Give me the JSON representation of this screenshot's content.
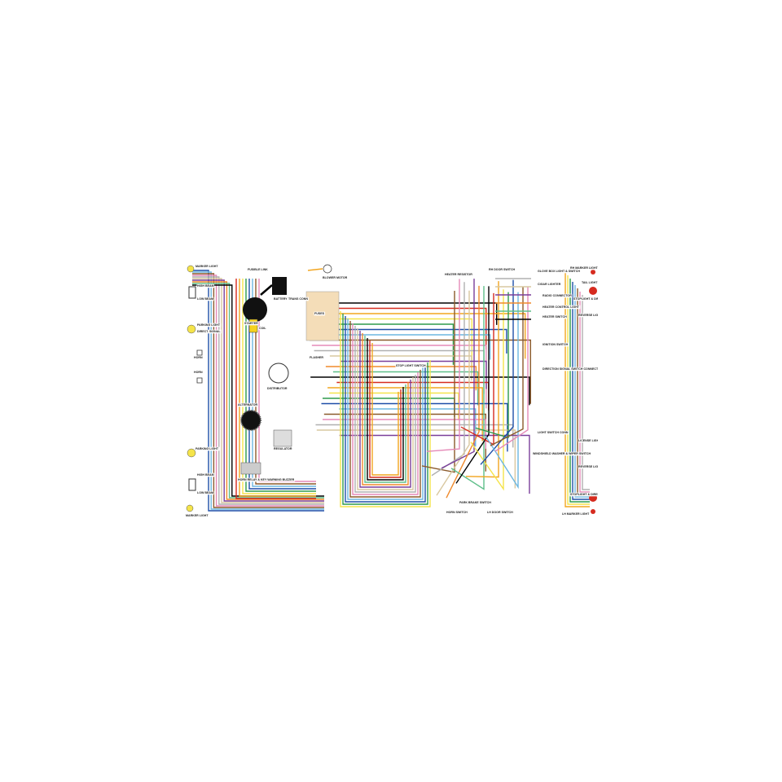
{
  "diagram": {
    "type": "automotive wiring diagram",
    "wire_colors": [
      "#000000",
      "#d62b1f",
      "#f2a51f",
      "#f5e44a",
      "#2e9a4b",
      "#1f4fa8",
      "#6db7e0",
      "#8b5a2b",
      "#e58ab8",
      "#b0b0b0",
      "#d9c8a0",
      "#7a3f9a",
      "#f08a2c",
      "#5fbf8a"
    ],
    "labels": {
      "lf_marker": "MARKER LIGHT",
      "high_beam_l": "HIGH BEAM",
      "low_beam_l": "LOW BEAM",
      "parking_l": "PARKING LIGHT",
      "dir_signal_l": "DIRECT. SIGNAL",
      "horn_1": "HORN",
      "horn_2": "HORN",
      "parking_r": "PARKING LIGHT",
      "high_beam_r": "HIGH BEAM",
      "low_beam_r": "LOW BEAM",
      "rf_marker": "MARKER LIGHT",
      "fusible_link": "FUSIBLE LINK",
      "battery": "BATTERY",
      "starter": "STARTER",
      "coil": "COIL",
      "trans_conn": "TRANS CONN",
      "distributor": "DISTRIBUTOR",
      "alternator": "ALTERNATOR",
      "regulator": "REGULATOR",
      "horn_relay": "HORN RELAY & KEY WARNING BUZZER",
      "blower_motor": "BLOWER MOTOR",
      "fuses": "FUSES",
      "flasher": "FLASHER",
      "stop_light_switch": "STOP LIGHT SWITCH",
      "heater_resistor": "HEATER RESISTOR",
      "rh_door_switch": "RH DOOR SWITCH",
      "glove_box": "GLOVE BOX LIGHT & SWITCH",
      "cigar_lighter": "CIGAR LIGHTER",
      "radio_connector": "RADIO CONNECTOR",
      "heater_control_light": "HEATER CONTROL LIGHT",
      "heater_switch": "HEATER SWITCH",
      "ignition_switch": "IGNITION SWITCH",
      "dir_signal_conn": "DIRECTION SIGNAL SWITCH CONNECTOR",
      "light_switch_conn": "LIGHT SWITCH CONN",
      "wiper_switch": "WINDSHIELD WASHER & WIPER SWITCH",
      "park_brake_switch": "PARK BRAKE SWITCH",
      "horn_switch": "HORN SWITCH",
      "lh_door_switch": "LH DOOR SWITCH",
      "rh_marker": "RH MARKER LIGHT",
      "tail_light": "TAIL LIGHT",
      "stoplight_r": "STOPLIGHT & DIRECTIONAL SIGNAL",
      "reverse_light_r": "REVERSE LIGHT",
      "license_light": "LICENSE LIGHT",
      "reverse_light_l": "REVERSE LIGHT",
      "stoplight_l": "STOPLIGHT & DIRECTIONAL SIGNAL",
      "lh_marker": "LH MARKER LIGHT"
    }
  }
}
